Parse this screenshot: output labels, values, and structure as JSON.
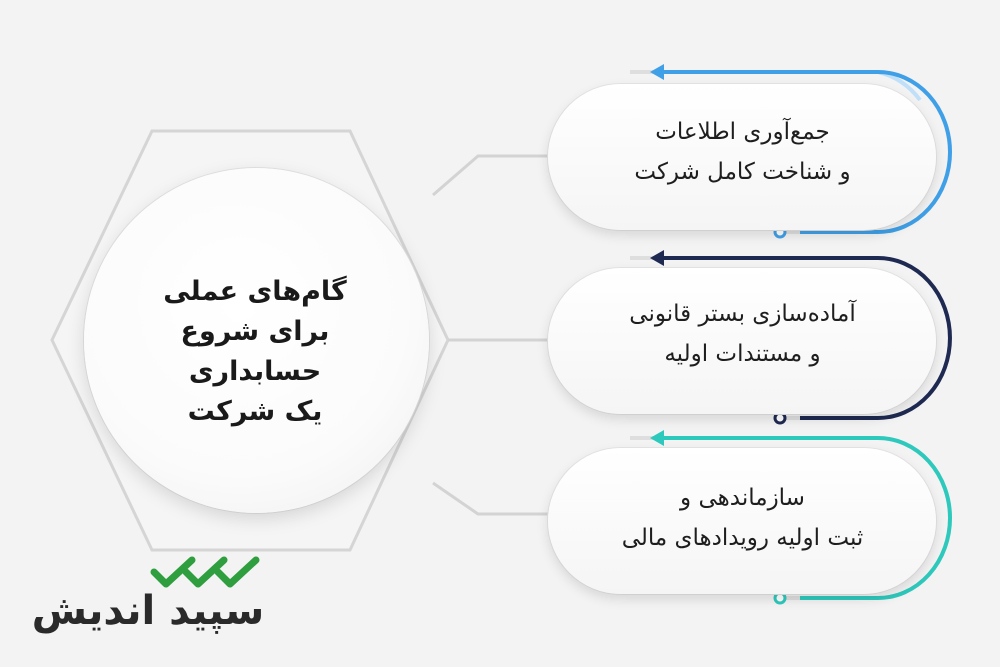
{
  "center": {
    "title_lines": [
      "گام‌های عملی",
      "برای شروع حسابداری",
      "یک شرکت"
    ]
  },
  "steps": [
    {
      "lines": [
        "جمع‌آوری اطلاعات",
        "و شناخت کامل شرکت"
      ],
      "color": "#3fa0e8",
      "direction": "left"
    },
    {
      "lines": [
        "آماده‌سازی بستر قانونی",
        "و مستندات اولیه"
      ],
      "color": "#1f2a52",
      "direction": "left"
    },
    {
      "lines": [
        "سازماندهی و",
        "ثبت اولیه رویدادهای مالی"
      ],
      "color": "#2ec9bd",
      "direction": "left"
    }
  ],
  "logo": {
    "text": "سپید اندیش",
    "check_color": "#2e9e3e",
    "icon": "triple-checkmark-icon"
  }
}
